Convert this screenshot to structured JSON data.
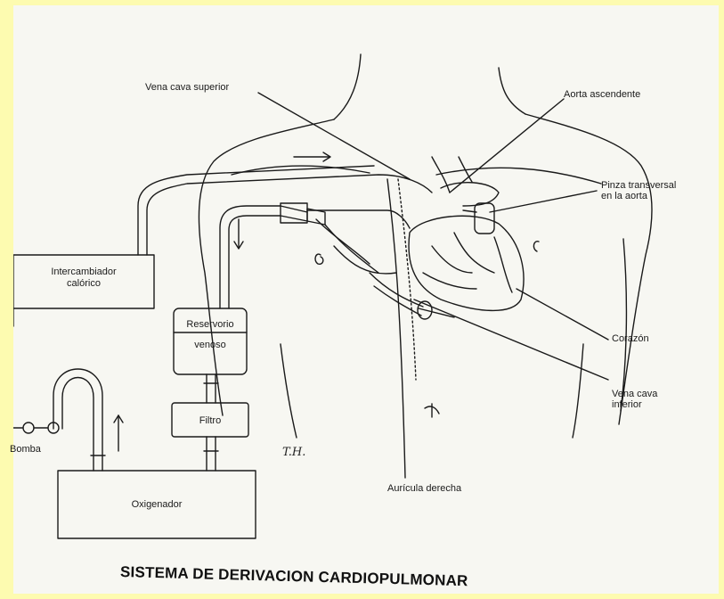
{
  "labels": {
    "vena_cava_superior": "Vena cava superior",
    "aorta_ascendente": "Aorta ascendente",
    "pinza_line1": "Pinza transversal",
    "pinza_line2": "en la aorta",
    "intercambiador_line1": "Intercambiador",
    "intercambiador_line2": "calórico",
    "reservorio_line1": "Reservorio",
    "reservorio_line2": "venoso",
    "corazon": "Corazón",
    "vena_cava_inferior_line1": "Vena cava",
    "vena_cava_inferior_line2": "inferior",
    "filtro": "Filtro",
    "bomba": "Bomba",
    "oxigenador": "Oxigenador",
    "auricula_derecha": "Aurícula derecha",
    "signature": "T.H."
  },
  "title": "SISTEMA DE DERIVACION CARDIOPULMONAR",
  "colors": {
    "background": "#fdfbb0",
    "paper": "#f7f7f2",
    "ink": "#1a1a1a"
  }
}
